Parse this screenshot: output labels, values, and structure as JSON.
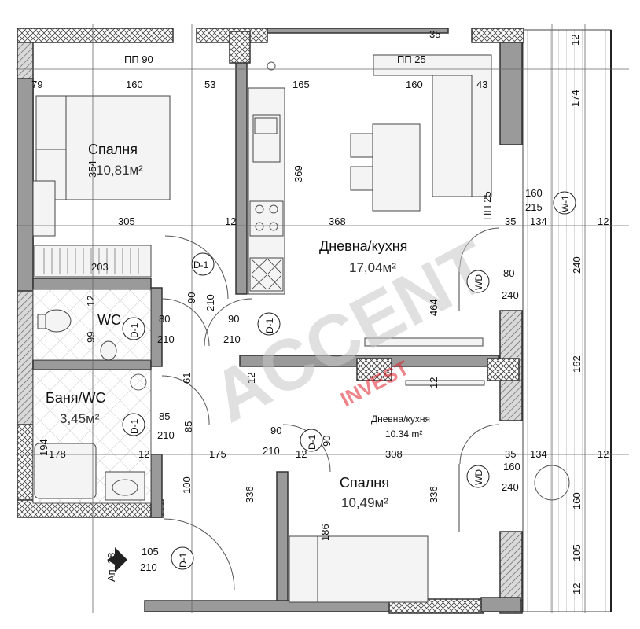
{
  "rooms": {
    "bedroom_top_name": "Спалня",
    "bedroom_top_area": "10,81м²",
    "living_name": "Дневна/кухня",
    "living_area": "17,04м²",
    "wc_name": "WC",
    "bath_name": "Баня/WC",
    "bath_area": "3,45м²",
    "living2_name": "Дневна/кухня",
    "living2_area": "10.34 m²",
    "bedroom_bottom_name": "Спалня",
    "bedroom_bottom_area": "10,49м²"
  },
  "labels": {
    "pp90": "ПП 90",
    "pp25_top": "ПП 25",
    "pp25_right": "ПП 25",
    "apt": "Ап. 28",
    "watermark_main": "ACCENT",
    "watermark_sub": "INVEST"
  },
  "tags": {
    "d1_a": "D-1",
    "d1_b": "D-1",
    "d1_c": "D-1",
    "d1_d": "D-1",
    "d1_e": "D-1",
    "wd_a": "WD",
    "wd_b": "WD",
    "w1": "W-1",
    "entry": "D-1"
  },
  "dims": {
    "d35_top": "35",
    "d12_top": "12",
    "d79": "79",
    "d160_a": "160",
    "d53": "53",
    "d165": "165",
    "d160_b": "160",
    "d43": "43",
    "d174": "174",
    "d354": "354",
    "d369": "369",
    "d305": "305",
    "d12_a": "12",
    "d368": "368",
    "d35_b": "35",
    "d215": "215",
    "d160_c": "160",
    "d134_a": "134",
    "d12_b": "12",
    "d203": "203",
    "d240_a": "240",
    "d80_a": "80",
    "d240_b": "240",
    "d90_a": "90",
    "d210_a": "210",
    "d12_c": "12",
    "d464": "464",
    "d80_b": "80",
    "d210_b": "210",
    "d90_b": "90",
    "d210_c": "210",
    "d99": "99",
    "d61": "61",
    "d12_d": "12",
    "d12_e": "12",
    "d162": "162",
    "d85_a": "85",
    "d210_d": "210",
    "d85_b": "85",
    "d194": "194",
    "d178": "178",
    "d12_f": "12",
    "d175": "175",
    "d90_c": "90",
    "d210_e": "210",
    "d12_g": "12",
    "d90_d": "90",
    "d308": "308",
    "d35_c": "35",
    "d134_b": "134",
    "d12_h": "12",
    "d160_d": "160",
    "d240_c": "240",
    "d160_e": "160",
    "d100": "100",
    "d336_a": "336",
    "d336_b": "336",
    "d186": "186",
    "d105_a": "105",
    "d210_f": "210",
    "d105_b": "105",
    "d12_i": "12"
  },
  "colors": {
    "wall": "#9a9a9a",
    "watermark_red": "#e0202a",
    "watermark_gray": "#c8c8c8"
  }
}
